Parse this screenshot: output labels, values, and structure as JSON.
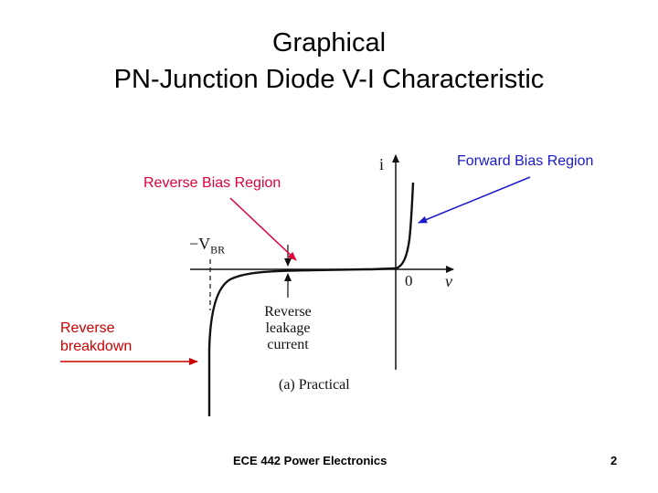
{
  "slide": {
    "title_line1": "Graphical",
    "title_line2": "PN-Junction Diode V-I Characteristic"
  },
  "labels": {
    "forward_bias": "Forward Bias Region",
    "reverse_bias": "Reverse Bias Region",
    "reverse_breakdown_line1": "Reverse",
    "reverse_breakdown_line2": "breakdown"
  },
  "figure": {
    "axis_i": "i",
    "axis_v": "v",
    "origin": "0",
    "vbr_prefix": "−V",
    "vbr_subscript": "BR",
    "leakage_line1": "Reverse",
    "leakage_line2": "leakage",
    "leakage_line3": "current",
    "caption": "(a) Practical"
  },
  "footer": {
    "course": "ECE 442 Power Electronics",
    "page_number": "2"
  },
  "colors": {
    "forward_arrow": "#1a1acc",
    "reverse_arrow": "#e0003a",
    "breakdown_arrow": "#cc0000",
    "curve": "#111111"
  }
}
